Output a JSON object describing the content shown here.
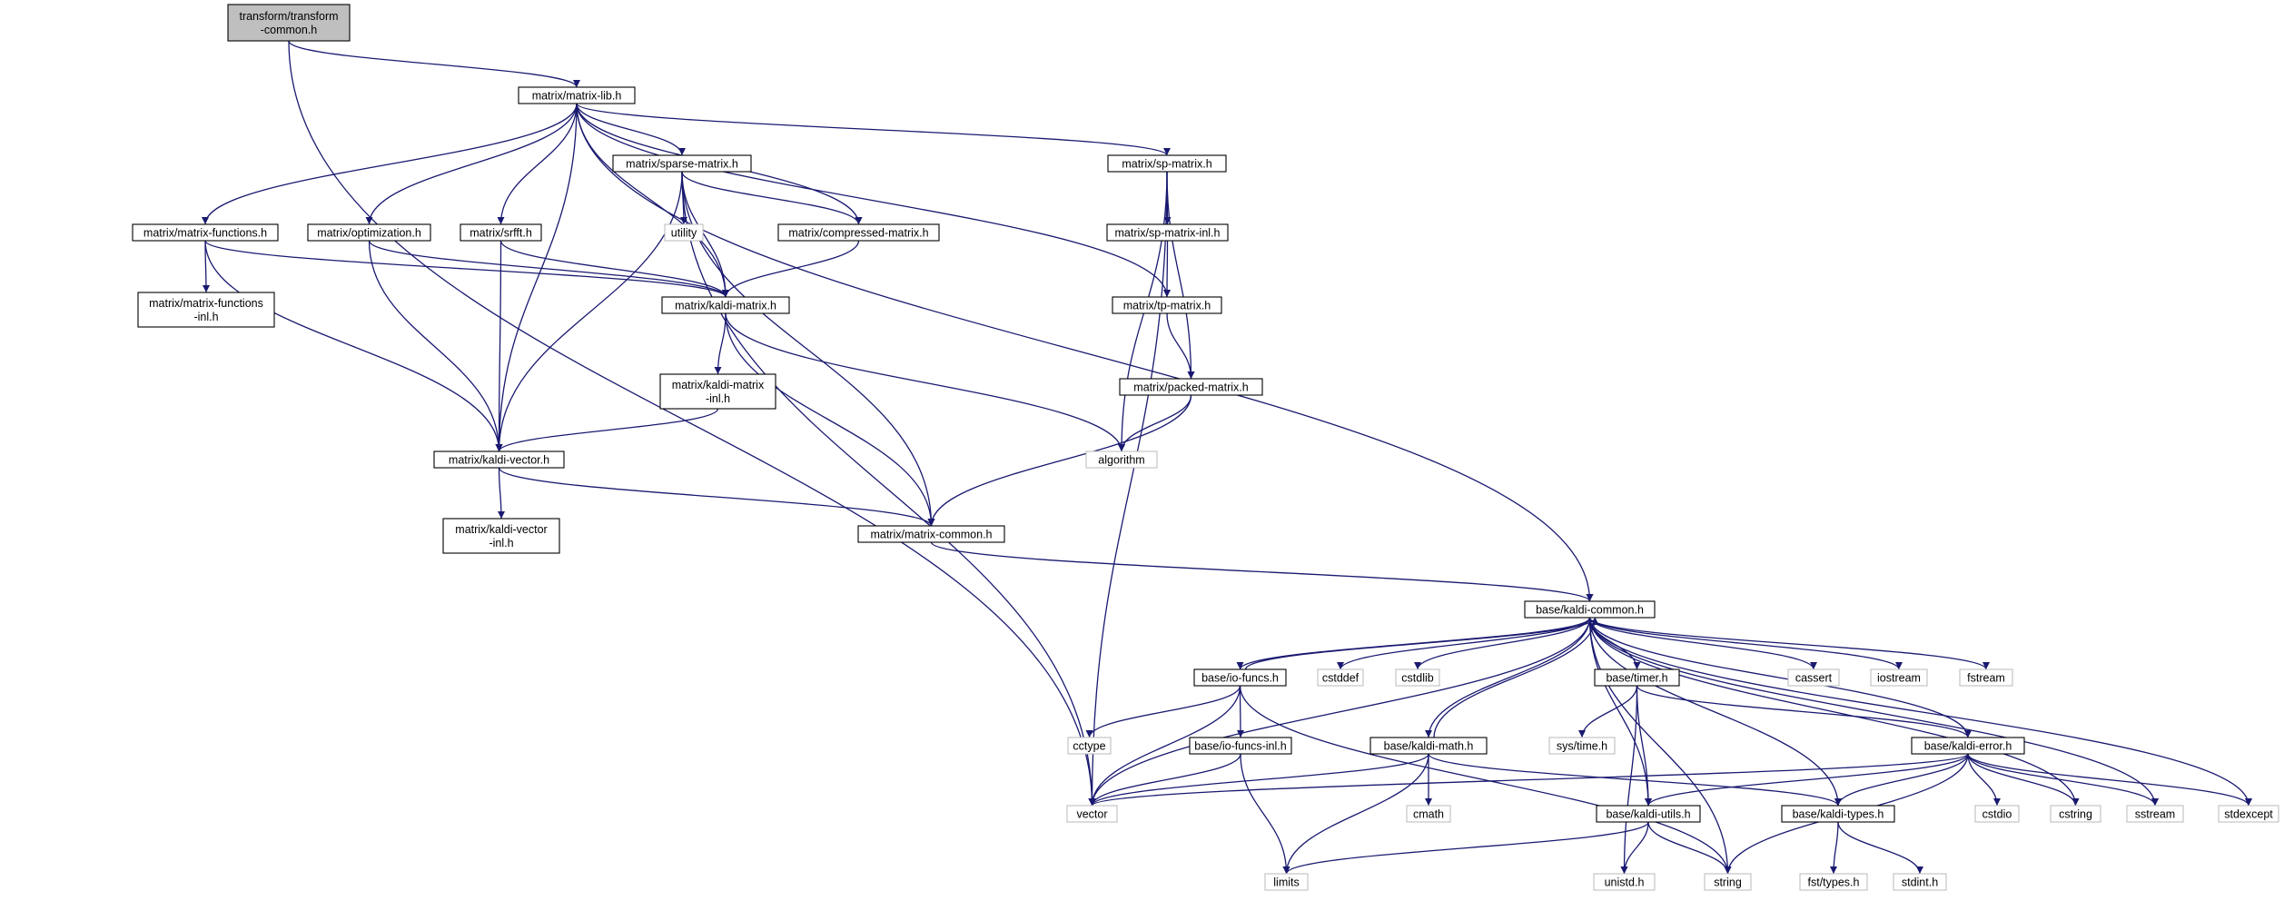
{
  "graph": {
    "colors": {
      "edge": "#191970",
      "root_fill": "#bfbfbf",
      "box_border": "#000000",
      "system_border": "#bfbfbf"
    },
    "nodes": [
      {
        "id": "tc",
        "lines": [
          "transform/transform",
          "-common.h"
        ],
        "kind": "root"
      },
      {
        "id": "ml",
        "lines": [
          "matrix/matrix-lib.h"
        ],
        "kind": "local"
      },
      {
        "id": "sparse",
        "lines": [
          "matrix/sparse-matrix.h"
        ],
        "kind": "local"
      },
      {
        "id": "sp",
        "lines": [
          "matrix/sp-matrix.h"
        ],
        "kind": "local"
      },
      {
        "id": "mf",
        "lines": [
          "matrix/matrix-functions.h"
        ],
        "kind": "local"
      },
      {
        "id": "opt",
        "lines": [
          "matrix/optimization.h"
        ],
        "kind": "local"
      },
      {
        "id": "srfft",
        "lines": [
          "matrix/srfft.h"
        ],
        "kind": "local"
      },
      {
        "id": "utility",
        "lines": [
          "utility"
        ],
        "kind": "system"
      },
      {
        "id": "cm",
        "lines": [
          "matrix/compressed-matrix.h"
        ],
        "kind": "local"
      },
      {
        "id": "spinl",
        "lines": [
          "matrix/sp-matrix-inl.h"
        ],
        "kind": "local"
      },
      {
        "id": "mfinl",
        "lines": [
          "matrix/matrix-functions",
          "-inl.h"
        ],
        "kind": "local"
      },
      {
        "id": "km",
        "lines": [
          "matrix/kaldi-matrix.h"
        ],
        "kind": "local"
      },
      {
        "id": "tp",
        "lines": [
          "matrix/tp-matrix.h"
        ],
        "kind": "local"
      },
      {
        "id": "kminl",
        "lines": [
          "matrix/kaldi-matrix",
          "-inl.h"
        ],
        "kind": "local"
      },
      {
        "id": "packed",
        "lines": [
          "matrix/packed-matrix.h"
        ],
        "kind": "local"
      },
      {
        "id": "algorithm",
        "lines": [
          "algorithm"
        ],
        "kind": "system"
      },
      {
        "id": "kv",
        "lines": [
          "matrix/kaldi-vector.h"
        ],
        "kind": "local"
      },
      {
        "id": "kvinl",
        "lines": [
          "matrix/kaldi-vector",
          "-inl.h"
        ],
        "kind": "local"
      },
      {
        "id": "mc",
        "lines": [
          "matrix/matrix-common.h"
        ],
        "kind": "local"
      },
      {
        "id": "kc",
        "lines": [
          "base/kaldi-common.h"
        ],
        "kind": "local"
      },
      {
        "id": "io",
        "lines": [
          "base/io-funcs.h"
        ],
        "kind": "local"
      },
      {
        "id": "cstddef",
        "lines": [
          "cstddef"
        ],
        "kind": "system"
      },
      {
        "id": "cstdlib",
        "lines": [
          "cstdlib"
        ],
        "kind": "system"
      },
      {
        "id": "timer",
        "lines": [
          "base/timer.h"
        ],
        "kind": "local"
      },
      {
        "id": "cassert",
        "lines": [
          "cassert"
        ],
        "kind": "system"
      },
      {
        "id": "iostream",
        "lines": [
          "iostream"
        ],
        "kind": "system"
      },
      {
        "id": "fstream",
        "lines": [
          "fstream"
        ],
        "kind": "system"
      },
      {
        "id": "systime",
        "lines": [
          "sys/time.h"
        ],
        "kind": "system"
      },
      {
        "id": "cctype",
        "lines": [
          "cctype"
        ],
        "kind": "system"
      },
      {
        "id": "ioinl",
        "lines": [
          "base/io-funcs-inl.h"
        ],
        "kind": "local"
      },
      {
        "id": "kmath",
        "lines": [
          "base/kaldi-math.h"
        ],
        "kind": "local"
      },
      {
        "id": "kerr",
        "lines": [
          "base/kaldi-error.h"
        ],
        "kind": "local"
      },
      {
        "id": "vector",
        "lines": [
          "vector"
        ],
        "kind": "system"
      },
      {
        "id": "cmath",
        "lines": [
          "cmath"
        ],
        "kind": "system"
      },
      {
        "id": "ku",
        "lines": [
          "base/kaldi-utils.h"
        ],
        "kind": "local"
      },
      {
        "id": "kt",
        "lines": [
          "base/kaldi-types.h"
        ],
        "kind": "local"
      },
      {
        "id": "cstdio",
        "lines": [
          "cstdio"
        ],
        "kind": "system"
      },
      {
        "id": "cstring",
        "lines": [
          "cstring"
        ],
        "kind": "system"
      },
      {
        "id": "sstream",
        "lines": [
          "sstream"
        ],
        "kind": "system"
      },
      {
        "id": "stdexcept",
        "lines": [
          "stdexcept"
        ],
        "kind": "system"
      },
      {
        "id": "limits",
        "lines": [
          "limits"
        ],
        "kind": "system"
      },
      {
        "id": "unistd",
        "lines": [
          "unistd.h"
        ],
        "kind": "system"
      },
      {
        "id": "string",
        "lines": [
          "string"
        ],
        "kind": "system"
      },
      {
        "id": "fsttypes",
        "lines": [
          "fst/types.h"
        ],
        "kind": "system"
      },
      {
        "id": "stdint",
        "lines": [
          "stdint.h"
        ],
        "kind": "system"
      }
    ],
    "edges": [
      [
        "tc",
        "ml"
      ],
      [
        "tc",
        "vector"
      ],
      [
        "ml",
        "sparse"
      ],
      [
        "ml",
        "sp"
      ],
      [
        "ml",
        "mf"
      ],
      [
        "ml",
        "opt"
      ],
      [
        "ml",
        "srfft"
      ],
      [
        "ml",
        "cm"
      ],
      [
        "ml",
        "km"
      ],
      [
        "ml",
        "tp"
      ],
      [
        "ml",
        "kv"
      ],
      [
        "ml",
        "kc"
      ],
      [
        "sparse",
        "utility"
      ],
      [
        "sparse",
        "cm"
      ],
      [
        "sparse",
        "km"
      ],
      [
        "sparse",
        "kv"
      ],
      [
        "sparse",
        "mc"
      ],
      [
        "sparse",
        "vector"
      ],
      [
        "sp",
        "spinl"
      ],
      [
        "sp",
        "packed"
      ],
      [
        "sp",
        "algorithm"
      ],
      [
        "sp",
        "vector"
      ],
      [
        "spinl",
        "tp"
      ],
      [
        "tp",
        "packed"
      ],
      [
        "mf",
        "mfinl"
      ],
      [
        "mf",
        "km"
      ],
      [
        "mf",
        "kv"
      ],
      [
        "opt",
        "km"
      ],
      [
        "opt",
        "kv"
      ],
      [
        "srfft",
        "km"
      ],
      [
        "srfft",
        "kv"
      ],
      [
        "cm",
        "km"
      ],
      [
        "km",
        "kminl"
      ],
      [
        "km",
        "algorithm"
      ],
      [
        "km",
        "mc"
      ],
      [
        "kminl",
        "kv"
      ],
      [
        "packed",
        "algorithm"
      ],
      [
        "packed",
        "mc"
      ],
      [
        "kv",
        "kvinl"
      ],
      [
        "kv",
        "mc"
      ],
      [
        "mc",
        "kc"
      ],
      [
        "kc",
        "io"
      ],
      [
        "kc",
        "cstddef"
      ],
      [
        "kc",
        "cstdlib"
      ],
      [
        "kc",
        "timer"
      ],
      [
        "kc",
        "cassert"
      ],
      [
        "kc",
        "iostream"
      ],
      [
        "kc",
        "fstream"
      ],
      [
        "kc",
        "kmath"
      ],
      [
        "kc",
        "kerr"
      ],
      [
        "kc",
        "vector"
      ],
      [
        "kc",
        "ku"
      ],
      [
        "kc",
        "kt"
      ],
      [
        "kc",
        "cstring"
      ],
      [
        "kc",
        "sstream"
      ],
      [
        "kc",
        "stdexcept"
      ],
      [
        "kc",
        "string"
      ],
      [
        "io",
        "kc"
      ],
      [
        "io",
        "cctype"
      ],
      [
        "io",
        "ioinl"
      ],
      [
        "io",
        "vector"
      ],
      [
        "io",
        "string"
      ],
      [
        "ioinl",
        "vector"
      ],
      [
        "ioinl",
        "limits"
      ],
      [
        "kmath",
        "kc"
      ],
      [
        "kmath",
        "cmath"
      ],
      [
        "kmath",
        "vector"
      ],
      [
        "kmath",
        "limits"
      ],
      [
        "kmath",
        "kt"
      ],
      [
        "timer",
        "systime"
      ],
      [
        "timer",
        "ku"
      ],
      [
        "timer",
        "unistd"
      ],
      [
        "timer",
        "kerr"
      ],
      [
        "kerr",
        "vector"
      ],
      [
        "kerr",
        "ku"
      ],
      [
        "kerr",
        "kt"
      ],
      [
        "kerr",
        "cstdio"
      ],
      [
        "kerr",
        "cstring"
      ],
      [
        "kerr",
        "sstream"
      ],
      [
        "kerr",
        "stdexcept"
      ],
      [
        "kerr",
        "string"
      ],
      [
        "ku",
        "limits"
      ],
      [
        "ku",
        "string"
      ],
      [
        "ku",
        "unistd"
      ],
      [
        "kt",
        "fsttypes"
      ],
      [
        "kt",
        "stdint"
      ]
    ]
  }
}
